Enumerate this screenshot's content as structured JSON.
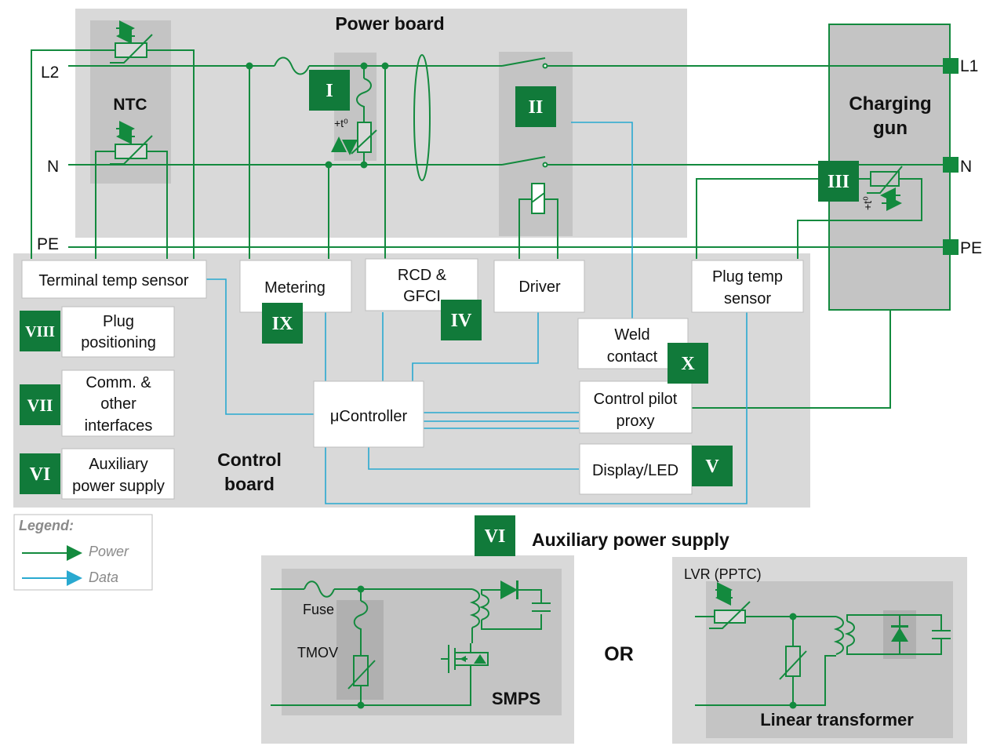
{
  "titles": {
    "power_board": "Power board",
    "control_board_line1": "Control",
    "control_board_line2": "board",
    "charging_gun_line1": "Charging",
    "charging_gun_line2": "gun",
    "ntc": "NTC",
    "aux_supply": "Auxiliary power supply"
  },
  "terminals": {
    "l2": "L2",
    "n_left": "N",
    "pe_left": "PE",
    "l1": "L1",
    "n_right": "N",
    "pe_right": "PE"
  },
  "boxes": {
    "terminal_temp_sensor": "Terminal temp sensor",
    "metering": "Metering",
    "rcd_line1": "RCD &",
    "rcd_line2": "GFCI",
    "driver": "Driver",
    "plug_temp_line1": "Plug temp",
    "plug_temp_line2": "sensor",
    "weld_line1": "Weld",
    "weld_line2": "contact",
    "plug_pos_line1": "Plug",
    "plug_pos_line2": "positioning",
    "comm_line1": "Comm. &",
    "comm_line2": "other",
    "comm_line3": "interfaces",
    "aux_line1": "Auxiliary",
    "aux_line2": "power supply",
    "microcontroller": "μController",
    "cpp_line1": "Control pilot",
    "cpp_line2": "proxy",
    "display": "Display/LED"
  },
  "badges": {
    "i": "I",
    "ii": "II",
    "iii": "III",
    "iv": "IV",
    "v": "V",
    "vi": "VI",
    "vii": "VII",
    "viii": "VIII",
    "ix": "IX",
    "x": "X",
    "vi_aux": "VI"
  },
  "annotations": {
    "temp_label": "+t⁰",
    "temp_label_rotated": "+t⁰",
    "fuse": "Fuse",
    "tmov": "TMOV",
    "smps": "SMPS",
    "or": "OR",
    "lvr": "LVR (PPTC)",
    "linear": "Linear transformer"
  },
  "legend": {
    "title": "Legend:",
    "power": "Power",
    "data": "Data"
  },
  "colors": {
    "power": "#138a3e",
    "data": "#29a9d0",
    "badge": "#117a3a",
    "panel": "#d9d9d9",
    "inner": "#c4c4c4"
  }
}
